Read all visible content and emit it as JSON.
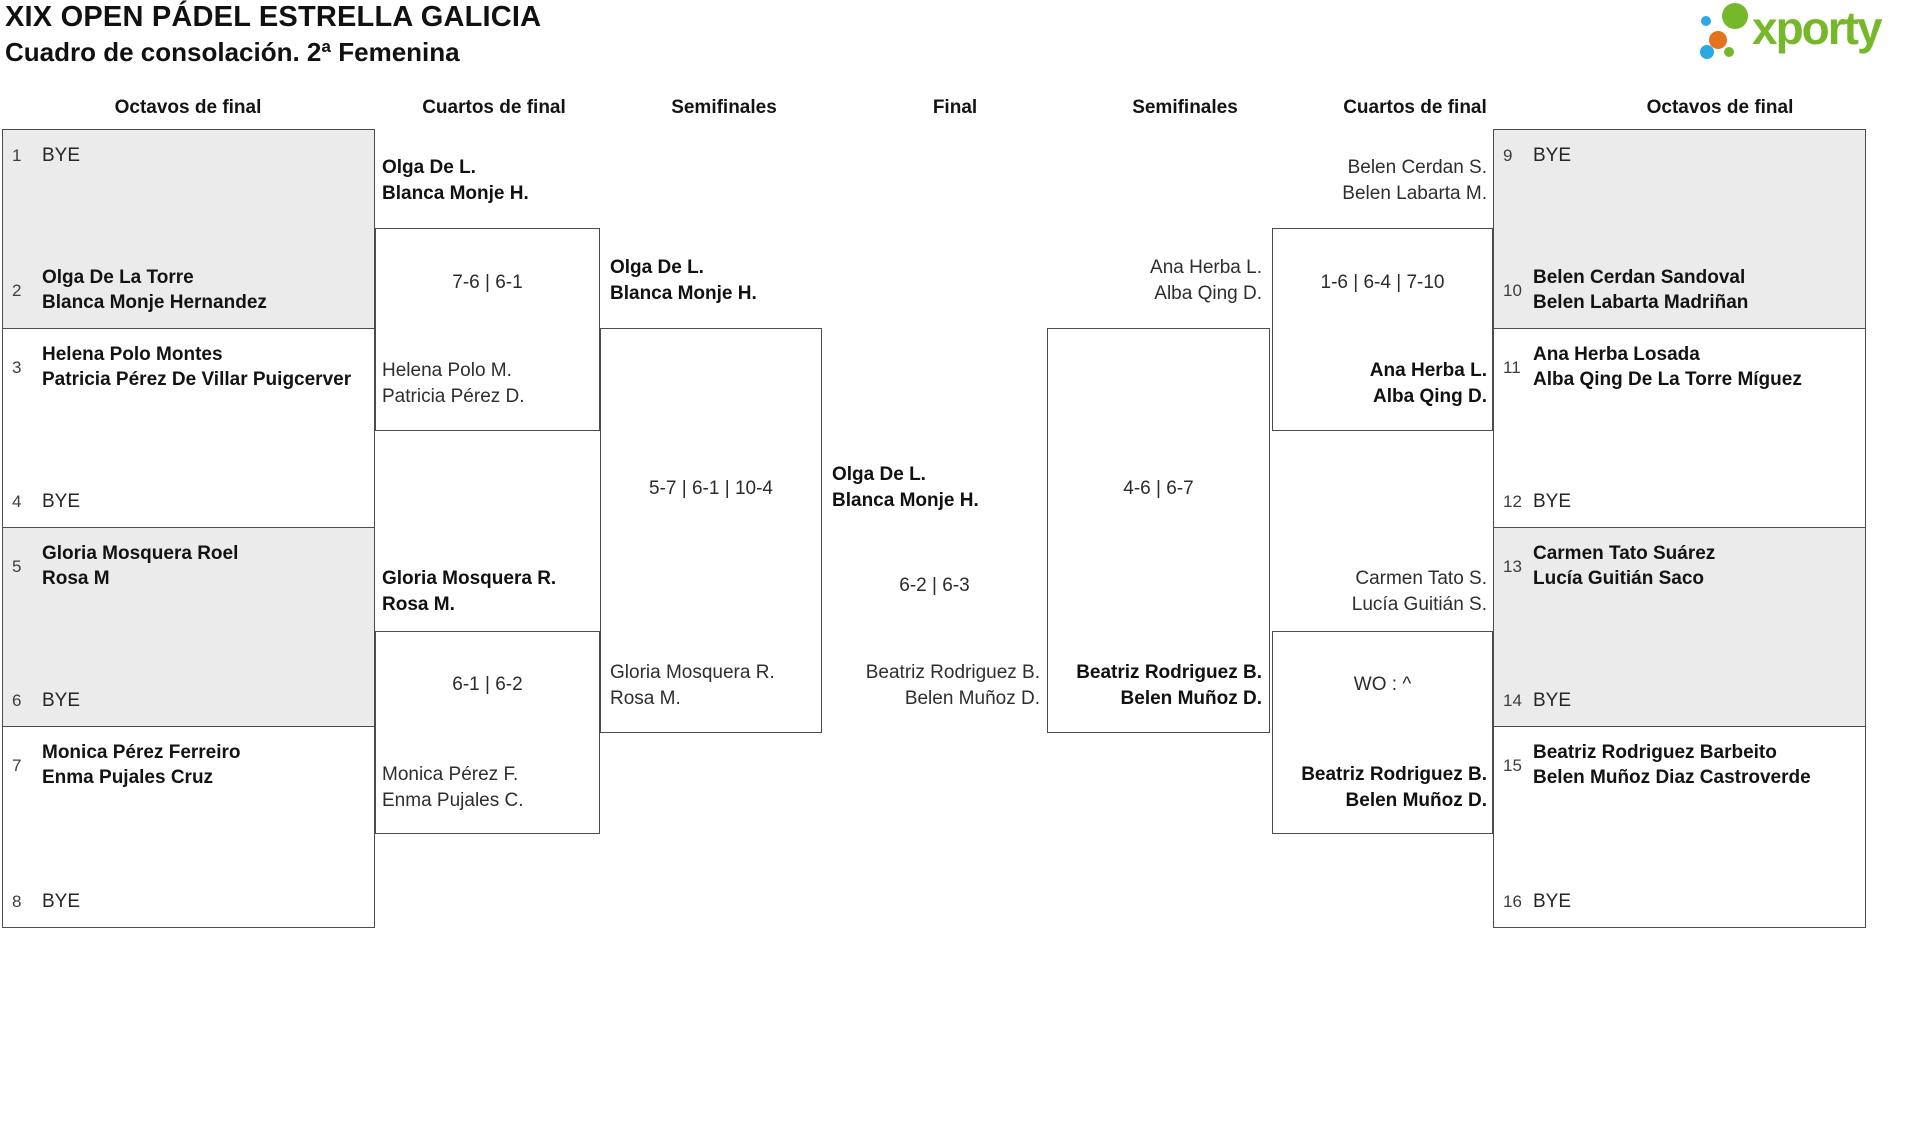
{
  "header": {
    "title": "XIX OPEN PÁDEL ESTRELLA GALICIA",
    "subtitle": "Cuadro de consolación. 2ª Femenina",
    "logo_text": "xporty"
  },
  "colors": {
    "logo_green": "#76b82a",
    "logo_blue": "#2ba9e0",
    "logo_orange": "#e5721c",
    "box_grey": "#ebebeb",
    "box_border": "#4c4c4c"
  },
  "rounds": [
    "Octavos de final",
    "Cuartos de final",
    "Semifinales",
    "Final",
    "Semifinales",
    "Cuartos de final",
    "Octavos de final"
  ],
  "entries_left": [
    {
      "seed": "1",
      "name1": "BYE"
    },
    {
      "seed": "2",
      "name1": "Olga De La Torre",
      "name2": "Blanca Monje Hernandez"
    },
    {
      "seed": "3",
      "name1": "Helena Polo Montes",
      "name2": "Patricia Pérez De Villar Puigcerver"
    },
    {
      "seed": "4",
      "name1": "BYE"
    },
    {
      "seed": "5",
      "name1": "Gloria Mosquera Roel",
      "name2": "Rosa M"
    },
    {
      "seed": "6",
      "name1": "BYE"
    },
    {
      "seed": "7",
      "name1": "Monica Pérez Ferreiro",
      "name2": "Enma Pujales Cruz"
    },
    {
      "seed": "8",
      "name1": "BYE"
    }
  ],
  "entries_right": [
    {
      "seed": "9",
      "name1": "BYE"
    },
    {
      "seed": "10",
      "name1": "Belen Cerdan Sandoval",
      "name2": "Belen Labarta Madriñan"
    },
    {
      "seed": "11",
      "name1": "Ana Herba Losada",
      "name2": "Alba Qing De La Torre Míguez"
    },
    {
      "seed": "12",
      "name1": "BYE"
    },
    {
      "seed": "13",
      "name1": "Carmen Tato Suárez",
      "name2": "Lucía Guitián Saco"
    },
    {
      "seed": "14",
      "name1": "BYE"
    },
    {
      "seed": "15",
      "name1": "Beatriz Rodriguez Barbeito",
      "name2": "Belen Muñoz Diaz Castroverde"
    },
    {
      "seed": "16",
      "name1": "BYE"
    }
  ],
  "matches": {
    "qf_left_top": {
      "winner1": "Olga De L.",
      "winner2": "Blanca Monje H.",
      "score": "7-6 | 6-1",
      "loser1": "Helena Polo M.",
      "loser2": "Patricia Pérez D."
    },
    "qf_left_bottom": {
      "winner1": "Gloria Mosquera R.",
      "winner2": "Rosa M.",
      "score": "6-1 | 6-2",
      "loser1": "Monica Pérez F.",
      "loser2": "Enma Pujales C."
    },
    "sf_left": {
      "winner1": "Olga De L.",
      "winner2": "Blanca Monje H.",
      "score": "5-7 | 6-1 | 10-4",
      "loser1": "Gloria Mosquera R.",
      "loser2": "Rosa M."
    },
    "final": {
      "winner1": "Olga De L.",
      "winner2": "Blanca Monje H.",
      "score": "6-2 | 6-3",
      "loser1": "Beatriz Rodriguez B.",
      "loser2": "Belen Muñoz D."
    },
    "sf_right": {
      "loser1": "Ana Herba L.",
      "loser2": "Alba Qing D.",
      "score": "4-6 | 6-7",
      "winner1": "Beatriz Rodriguez B.",
      "winner2": "Belen Muñoz D."
    },
    "qf_right_top": {
      "loser1": "Belen Cerdan S.",
      "loser2": "Belen Labarta M.",
      "score": "1-6 | 6-4 | 7-10",
      "winner1": "Ana Herba L.",
      "winner2": "Alba Qing D."
    },
    "qf_right_bottom": {
      "loser1": "Carmen Tato S.",
      "loser2": "Lucía Guitián S.",
      "score": "WO : ^",
      "winner1": "Beatriz Rodriguez B.",
      "winner2": "Belen Muñoz D."
    }
  }
}
